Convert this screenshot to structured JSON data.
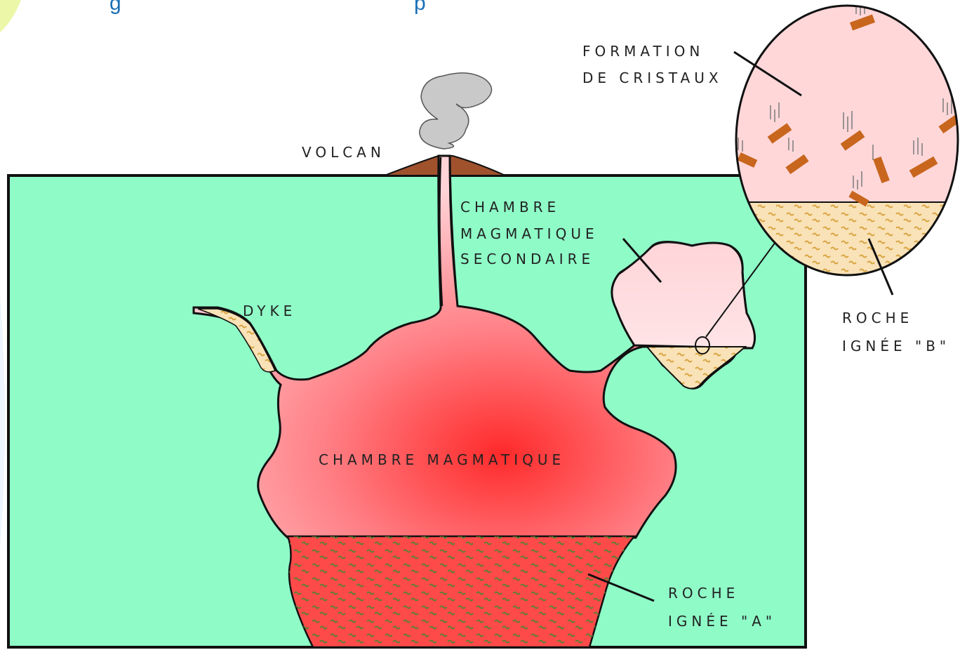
{
  "title_fragment_1": "g",
  "title_fragment_2": "p",
  "labels": {
    "volcan": "VOLCAN",
    "chambre_secondaire_1": "CHAMBRE",
    "chambre_secondaire_2": "MAGMATIQUE",
    "chambre_secondaire_3": "SECONDAIRE",
    "dyke": "DYKE",
    "chambre_magmatique": "CHAMBRE MAGMATIQUE",
    "roche_a_1": "ROCHE",
    "roche_a_2": "IGNÉE \"A\"",
    "formation_1": "FORMATION",
    "formation_2": "DE CRISTAUX",
    "roche_b_1": "ROCHE",
    "roche_b_2": "IGNÉE \"B\""
  },
  "colors": {
    "ground": "#8ffcc8",
    "magma_edge": "#ffd2d6",
    "magma_core": "#ff3333",
    "volcano": "#a0522d",
    "smoke": "#c8c8c8",
    "crystal": "#c8661e",
    "pattern_bg": "#f8ddb0",
    "pattern_mark": "#d9a441",
    "pattern_mark_dark": "#6a8a3a"
  }
}
